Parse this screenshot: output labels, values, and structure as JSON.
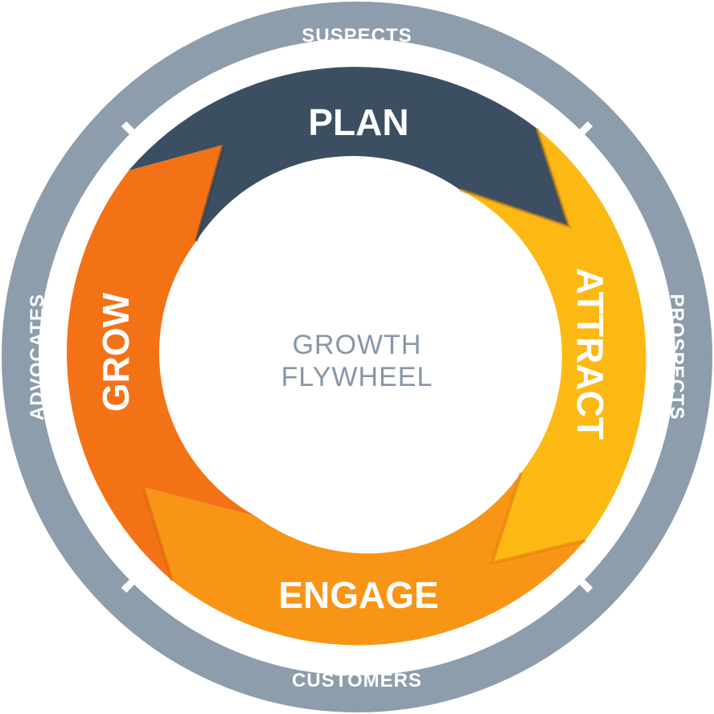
{
  "outer_ring": {
    "top": "SUSPECTS",
    "right": "PROSPECTS",
    "bottom": "CUSTOMERS",
    "left": "ADVOCATES"
  },
  "stages": {
    "plan": "PLAN",
    "attract": "ATTRACT",
    "engage": "ENGAGE",
    "grow": "GROW"
  },
  "center": {
    "line1": "GROWTH",
    "line2": "FLYWHEEL"
  },
  "colors": {
    "outer_ring": "#8d9dac",
    "divider": "#ffffff",
    "plan": "#3c4f62",
    "attract": "#fdb913",
    "engage": "#f99516",
    "grow": "#f47216",
    "center_text": "#8796a6"
  }
}
